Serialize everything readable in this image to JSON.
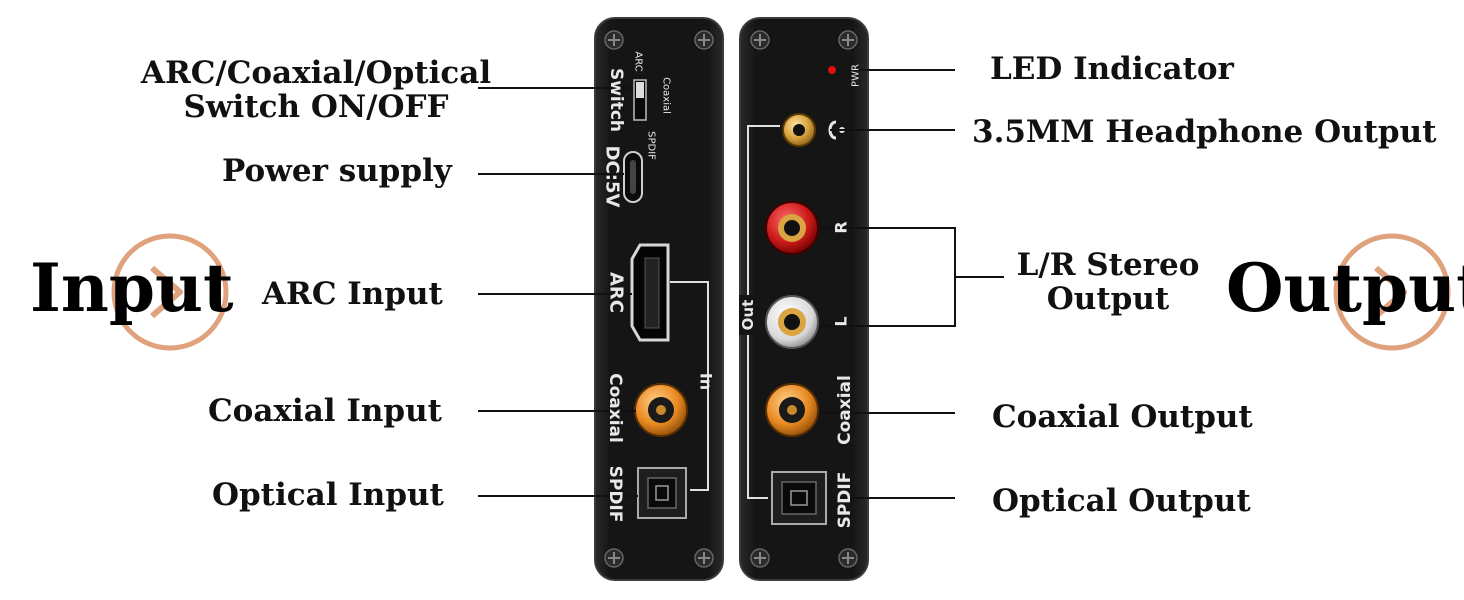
{
  "labels_left": {
    "switch_line1": "ARC/Coaxial/Optical",
    "switch_line2": "Switch ON/OFF",
    "power": "Power supply",
    "arc": "ARC Input",
    "coaxial": "Coaxial Input",
    "optical": "Optical Input"
  },
  "labels_right": {
    "led": "LED Indicator",
    "headphone": "3.5MM Headphone Output",
    "stereo_line1": "L/R Stereo",
    "stereo_line2": "Output",
    "coaxial": "Coaxial Output",
    "optical": "Optical Output"
  },
  "big_titles": {
    "input": "Input",
    "output": "Output"
  },
  "panel_input": {
    "switch": "Switch",
    "switch_arc": "ARC",
    "switch_coaxial": "Coaxial",
    "switch_spdif": "SPDIF",
    "dc": "DC:5V",
    "arc": "ARC",
    "in": "In",
    "coaxial": "Coaxial",
    "spdif": "SPDIF"
  },
  "panel_output": {
    "pwr": "PWR",
    "r": "R",
    "l": "L",
    "out": "Out",
    "coaxial": "Coaxial",
    "spdif": "SPDIF"
  },
  "colors": {
    "panel": "#141414",
    "accent_circle": "#e0a27c",
    "red_ring": "#cc1a1a",
    "gold": "#d9a441",
    "led": "#e01010"
  }
}
